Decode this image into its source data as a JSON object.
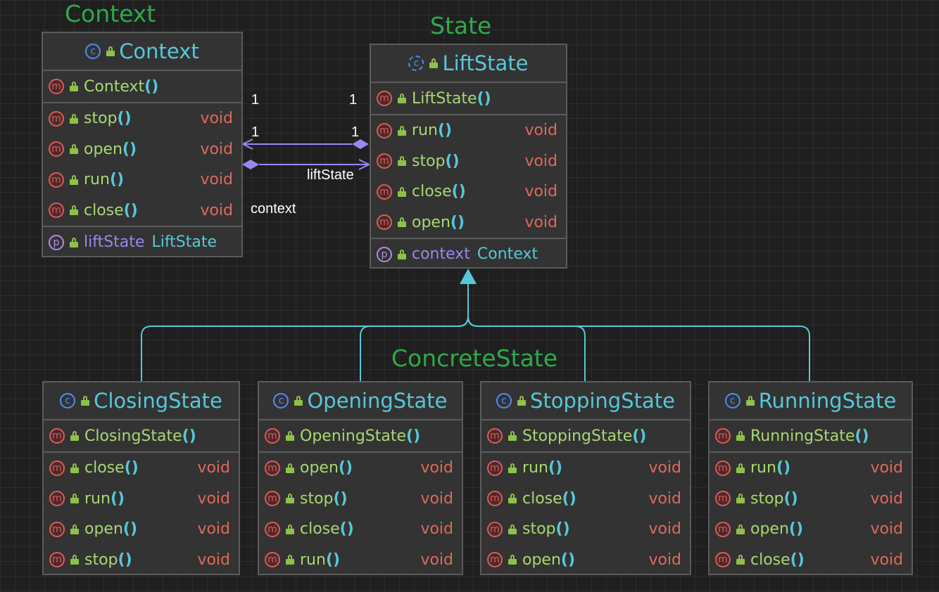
{
  "colors": {
    "background": "#1f1f1f",
    "class_name": "#56c8d8",
    "method": "#a8d872",
    "return_type": "#e0695b",
    "property": "#9b86f0",
    "group_label": "#2eaa4a",
    "association": "#9b86f0",
    "inheritance": "#56c8d8"
  },
  "groups": {
    "context": "Context",
    "state": "State",
    "concrete": "ConcreteState"
  },
  "edges": {
    "context_multiplicity_top": "1",
    "context_multiplicity_bottom": "1",
    "state_multiplicity_top": "1",
    "state_multiplicity_bottom": "1",
    "role_liftstate": "liftState",
    "role_context": "context"
  },
  "classes": {
    "context": {
      "icon": "class-icon",
      "name": "Context",
      "constructor": "Context",
      "methods": [
        {
          "name": "stop",
          "type": "void"
        },
        {
          "name": "open",
          "type": "void"
        },
        {
          "name": "run",
          "type": "void"
        },
        {
          "name": "close",
          "type": "void"
        }
      ],
      "properties": [
        {
          "name": "liftState",
          "type": "LiftState"
        }
      ]
    },
    "liftstate": {
      "icon": "abstract-class-icon",
      "name": "LiftState",
      "constructor": "LiftState",
      "methods": [
        {
          "name": "run",
          "type": "void"
        },
        {
          "name": "stop",
          "type": "void"
        },
        {
          "name": "close",
          "type": "void"
        },
        {
          "name": "open",
          "type": "void"
        }
      ],
      "properties": [
        {
          "name": "context",
          "type": "Context"
        }
      ]
    },
    "closing": {
      "icon": "class-icon",
      "name": "ClosingState",
      "constructor": "ClosingState",
      "methods": [
        {
          "name": "close",
          "type": "void"
        },
        {
          "name": "run",
          "type": "void"
        },
        {
          "name": "open",
          "type": "void"
        },
        {
          "name": "stop",
          "type": "void"
        }
      ]
    },
    "opening": {
      "icon": "class-icon",
      "name": "OpeningState",
      "constructor": "OpeningState",
      "methods": [
        {
          "name": "open",
          "type": "void"
        },
        {
          "name": "stop",
          "type": "void"
        },
        {
          "name": "close",
          "type": "void"
        },
        {
          "name": "run",
          "type": "void"
        }
      ]
    },
    "stopping": {
      "icon": "class-icon",
      "name": "StoppingState",
      "constructor": "StoppingState",
      "methods": [
        {
          "name": "run",
          "type": "void"
        },
        {
          "name": "close",
          "type": "void"
        },
        {
          "name": "stop",
          "type": "void"
        },
        {
          "name": "open",
          "type": "void"
        }
      ]
    },
    "running": {
      "icon": "class-icon",
      "name": "RunningState",
      "constructor": "RunningState",
      "methods": [
        {
          "name": "run",
          "type": "void"
        },
        {
          "name": "stop",
          "type": "void"
        },
        {
          "name": "open",
          "type": "void"
        },
        {
          "name": "close",
          "type": "void"
        }
      ]
    }
  }
}
